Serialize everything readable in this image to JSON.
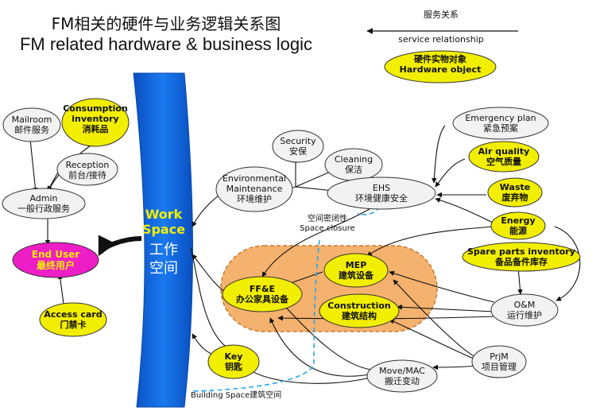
{
  "title": {
    "zh": "FM相关的硬件与业务逻辑关系图",
    "en": "FM related hardware & business logic"
  },
  "legend": {
    "arrow_zh": "服务关系",
    "arrow_en": "service relationship",
    "hw_zh": "硬件实物对象",
    "hw_en": "Hardware object"
  },
  "workspace": {
    "en1": "Work",
    "en2": "Space",
    "zh1": "工作",
    "zh2": "空间"
  },
  "nodes": {
    "mailroom": {
      "en": "Mailroom",
      "zh": "邮件服务"
    },
    "consumption": {
      "en1": "Consumption",
      "en2": "inventory",
      "zh": "消耗品"
    },
    "reception": {
      "en": "Reception",
      "zh": "前台/接待"
    },
    "admin": {
      "en": "Admin",
      "zh": "一般行政服务"
    },
    "enduser": {
      "en": "End User",
      "zh": "最终用户"
    },
    "access": {
      "en": "Access card",
      "zh": "门禁卡"
    },
    "security": {
      "en": "Security",
      "zh": "安保"
    },
    "cleaning": {
      "en": "Cleaning",
      "zh": "保洁"
    },
    "envmaint": {
      "en1": "Environmental",
      "en2": "Maintenance",
      "zh": "环境维护"
    },
    "ehs": {
      "en": "EHS",
      "zh": "环境健康安全"
    },
    "emergency": {
      "en": "Emergency plan",
      "zh": "紧急预案"
    },
    "airquality": {
      "en": "Air quality",
      "zh": "空气质量"
    },
    "waste": {
      "en": "Waste",
      "zh": "废弃物"
    },
    "energy": {
      "en": "Energy",
      "zh": "能源"
    },
    "spareparts": {
      "en": "Spare parts inventory",
      "zh": "备品备件库存"
    },
    "mep": {
      "en": "MEP",
      "zh": "建筑设备"
    },
    "construction": {
      "en": "Construction",
      "zh": "建筑结构"
    },
    "ffe": {
      "en": "FF&E",
      "zh": "办公家具设备"
    },
    "om": {
      "en": "O&M",
      "zh": "运行维护"
    },
    "prjm": {
      "en": "PrjM",
      "zh": "项目管理"
    },
    "movemac": {
      "en": "Move/MAC",
      "zh": "搬迁变动"
    },
    "key": {
      "en": "Key",
      "zh": "钥匙"
    }
  },
  "annotations": {
    "closure_zh": "空间密闭性",
    "closure_en": "Space closure",
    "building_en": "Building Space",
    "building_zh": "建筑空间"
  },
  "colors": {
    "hardware_fill": "#f2ee00",
    "service_fill": "#f2f2f2",
    "workspace_blue": "#0b63d8",
    "enduser_fill": "#ee1ec6",
    "building_fill": "#f5b16e",
    "closure_line": "#2aa7e8"
  }
}
